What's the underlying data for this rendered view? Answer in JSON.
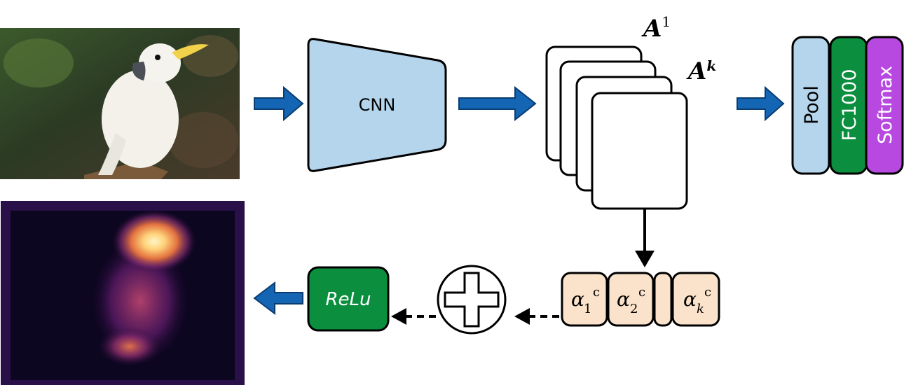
{
  "cnn": {
    "label": "CNN"
  },
  "feature_maps": {
    "first": {
      "base": "A",
      "sup": "1"
    },
    "last": {
      "base": "A",
      "sup": "k"
    }
  },
  "classifier": {
    "pool": "Pool",
    "fc": "FC1000",
    "softmax": "Softmax"
  },
  "weights": [
    {
      "base": "α",
      "sub": "1",
      "sup": "c"
    },
    {
      "base": "α",
      "sub": "2",
      "sup": "c"
    },
    {
      "base": "α",
      "sub": "k",
      "sup": "c"
    }
  ],
  "relu": {
    "label": "ReLu"
  },
  "colors": {
    "arrow": "#1565b5",
    "cnn_fill": "#b5d5ec",
    "pool_fill": "#b5d5ec",
    "fc_fill": "#0b8f3f",
    "softmax_fill": "#b749e0",
    "weight_fill": "#fbe3cb",
    "relu_fill": "#0b8f3f"
  },
  "icons": {
    "input_image": "cockatoo-photo",
    "heatmap": "grad-cam-heatmap",
    "sum": "plus-circle-icon"
  }
}
